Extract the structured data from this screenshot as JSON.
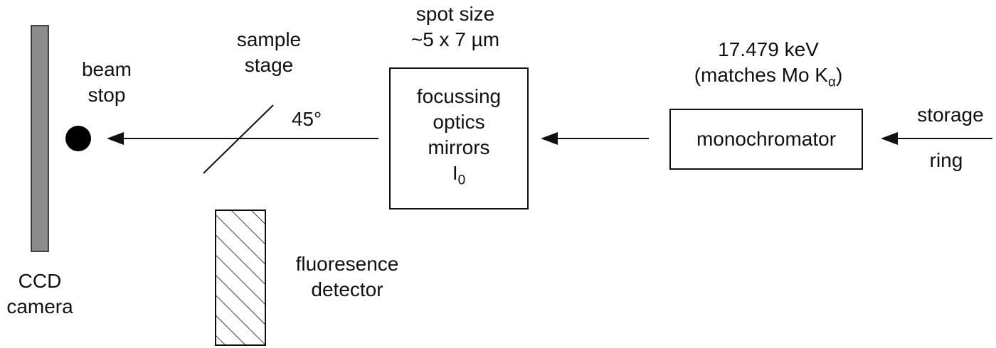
{
  "labels": {
    "ccd_line1": "CCD",
    "ccd_line2": "camera",
    "beam_stop_line1": "beam",
    "beam_stop_line2": "stop",
    "sample_stage_line1": "sample",
    "sample_stage_line2": "stage",
    "angle": "45°",
    "fluorescence_line1": "fluoresence",
    "fluorescence_line2": "detector",
    "spot_size_line1": "spot size",
    "spot_size_line2": "~5 x 7 µm",
    "optics_line1": "focussing",
    "optics_line2": "optics",
    "optics_line3": "mirrors",
    "optics_line4": "I",
    "optics_line4_sub": "0",
    "energy_line1": "17.479 keV",
    "energy_line2_prefix": "(matches Mo K",
    "energy_line2_sub": "α",
    "energy_line2_suffix": ")",
    "monochromator": "monochromator",
    "storage_line1": "storage",
    "storage_line2": "ring"
  },
  "colors": {
    "ccd_fill": "#8c8c8c",
    "stroke": "#111111"
  }
}
